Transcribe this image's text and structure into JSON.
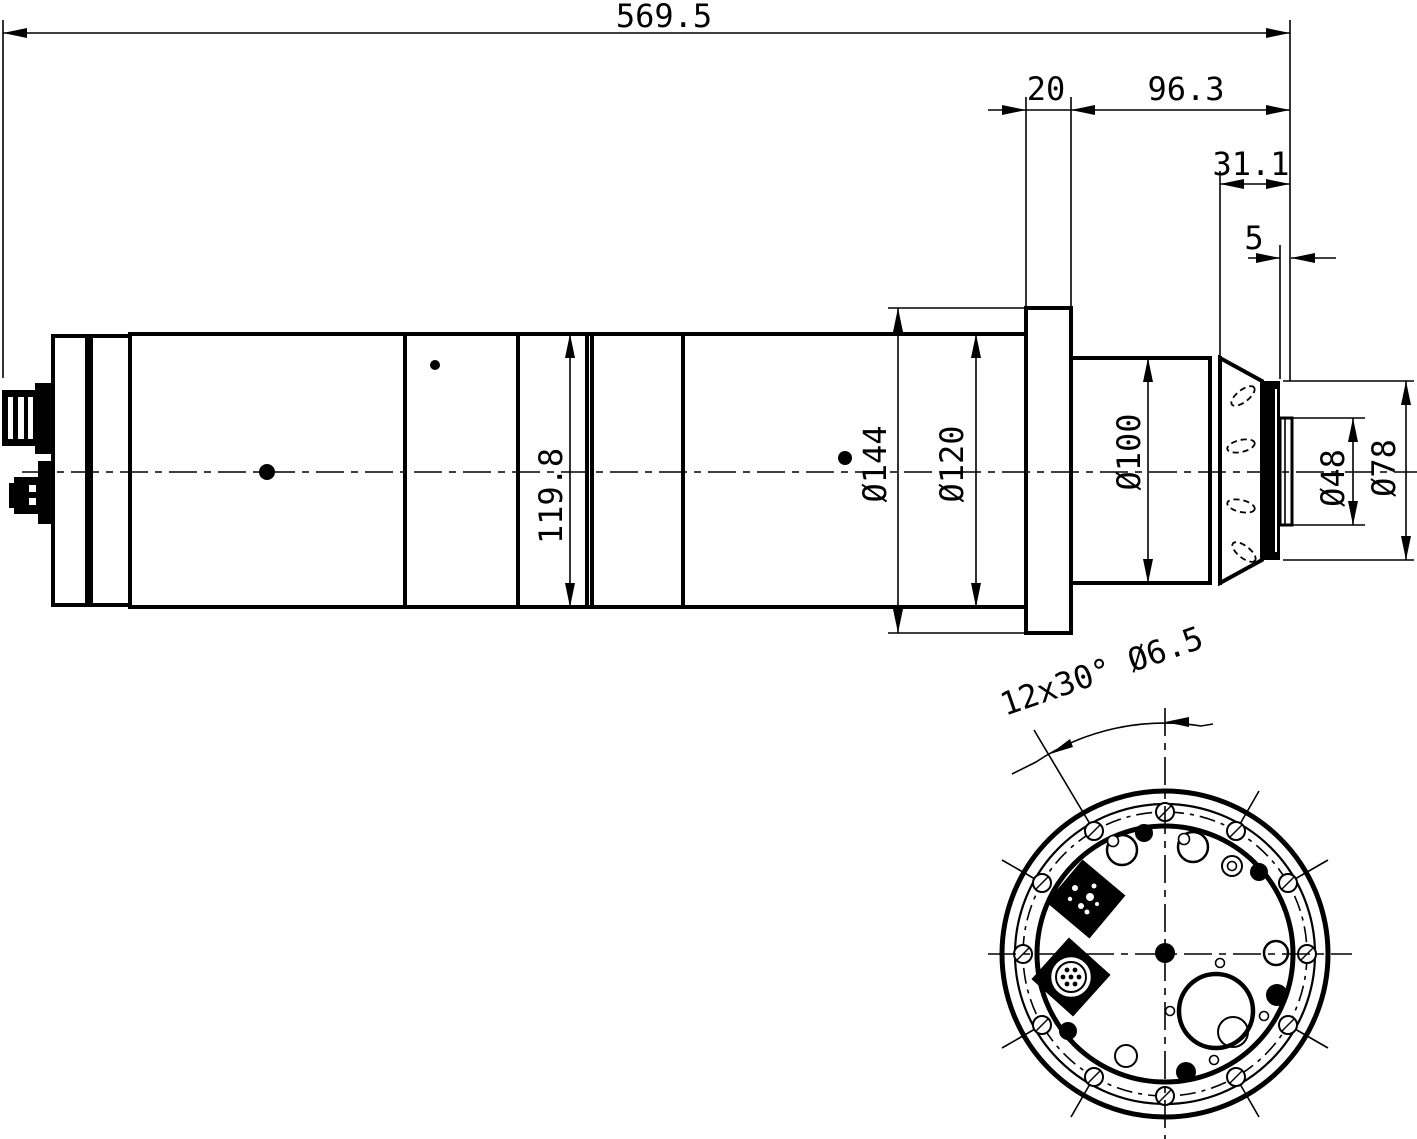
{
  "drawing": {
    "title": "Spindle technical dimension drawing, side view and front flange view",
    "background_color": "#ffffff",
    "line_color": "#000000"
  },
  "dims": {
    "overall_length": "569.5",
    "flange_width": "20",
    "front_length": "96.3",
    "taper_length": "31.1",
    "collar_width": "5",
    "housing_diameter": "119.8",
    "flange_diameter": "Ø144",
    "body_diameter": "Ø120",
    "nose_diameter": "Ø100",
    "shaft_diameter": "Ø48",
    "ring_diameter": "Ø78",
    "bolt_pattern": "12x30° Ø6.5"
  }
}
